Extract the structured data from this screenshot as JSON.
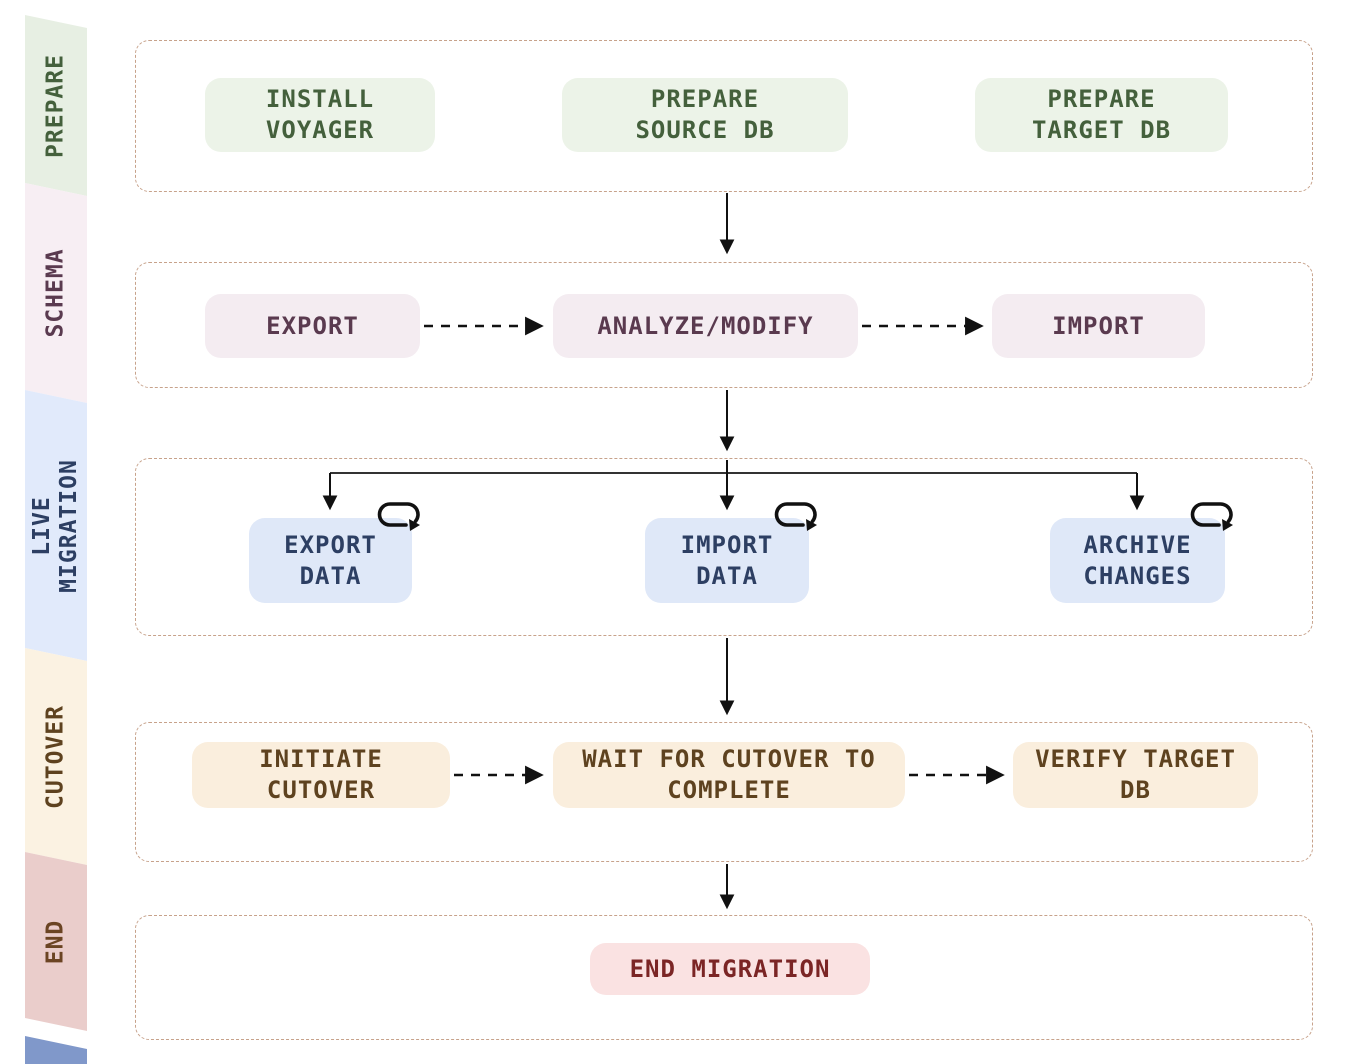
{
  "diagram": {
    "type": "flowchart",
    "subject": "database migration workflow",
    "colors": {
      "background": "#ffffff",
      "container_border": "#c7a28b",
      "arrow": "#111111",
      "bottom_sliver": "#8098ca"
    },
    "phases": [
      {
        "label": "PREPARE",
        "sidebar_bg": "#e7efe3",
        "box_bg": "#ecf3e8",
        "text_color": "#44603c",
        "steps": [
          {
            "label": "INSTALL\nVOYAGER"
          },
          {
            "label": "PREPARE\nSOURCE DB"
          },
          {
            "label": "PREPARE\nTARGET DB"
          }
        ]
      },
      {
        "label": "SCHEMA",
        "sidebar_bg": "#f7eef3",
        "box_bg": "#f4ecf1",
        "text_color": "#5a3a4f",
        "connector": "dashed-arrow",
        "steps": [
          {
            "label": "EXPORT"
          },
          {
            "label": "ANALYZE/MODIFY"
          },
          {
            "label": "IMPORT"
          }
        ]
      },
      {
        "label": "LIVE\nMIGRATION",
        "sidebar_bg": "#e1eafb",
        "box_bg": "#dfe8f8",
        "text_color": "#2d3f63",
        "connector": "fan-out-from-previous",
        "steps": [
          {
            "label": "EXPORT\nDATA",
            "self_loop": true
          },
          {
            "label": "IMPORT\nDATA",
            "self_loop": true
          },
          {
            "label": "ARCHIVE\nCHANGES",
            "self_loop": true
          }
        ]
      },
      {
        "label": "CUTOVER",
        "sidebar_bg": "#fbf2e2",
        "box_bg": "#faeedd",
        "text_color": "#5e421f",
        "connector": "dashed-arrow",
        "steps": [
          {
            "label": "INITIATE\nCUTOVER"
          },
          {
            "label": "WAIT FOR CUTOVER TO\nCOMPLETE"
          },
          {
            "label": "VERIFY TARGET\nDB"
          }
        ]
      },
      {
        "label": "END",
        "sidebar_bg": "#eacdcb",
        "sidebar_text_color": "#6b4423",
        "box_bg": "#fae2e2",
        "text_color": "#7b2525",
        "steps": [
          {
            "label": "END MIGRATION"
          }
        ]
      }
    ]
  }
}
